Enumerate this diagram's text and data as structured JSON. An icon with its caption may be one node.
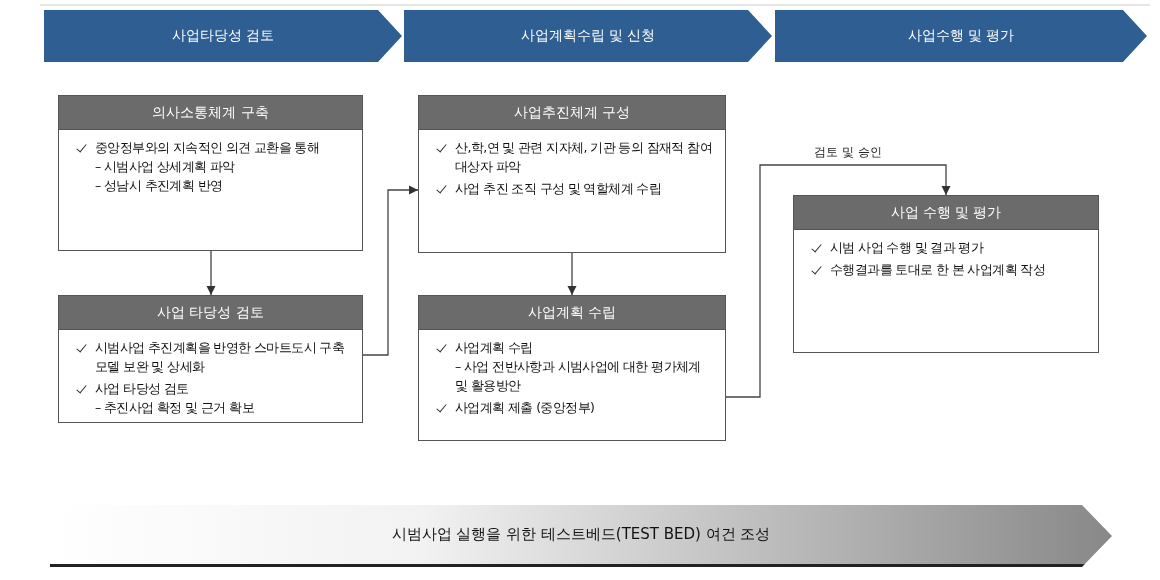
{
  "diagram": {
    "nodes": [
      {
        "text": [
          "사업타당성 검토"
        ]
      },
      {
        "text": [
          "사업계획수립 및 신청"
        ]
      },
      {
        "text": [
          "사업수행 및 평가"
        ]
      },
      {
        "text": [
          "의사소통체계 구축",
          "중앙정부와의 지속적인 의견 교환을 통해",
          "– 시범사업 상세계획 파악",
          "– 성남시 추진계획 반영"
        ]
      },
      {
        "text": [
          "사업 타당성 검토",
          "시범사업 추진계획을 반영한 스마트도시 구축 모델 보완 및 상세화",
          "사업 타당성 검토",
          "– 추진사업 확정 및 근거 확보"
        ]
      },
      {
        "text": [
          "사업추진체계 구성",
          "산,학,연 및 관련 지자체, 기관 등의 잠재적 참여 대상자 파악",
          "사업 추진 조직 구성 및 역할체계 수립"
        ]
      },
      {
        "text": [
          "사업계획 수립",
          "사업계획 수립",
          "– 사업 전반사항과 시범사업에 대한 평가체계 및 활용방안",
          "사업계획 제출 (중앙정부)"
        ]
      },
      {
        "text": [
          "사업 수행 및 평가",
          "시범 사업 수행 및 결과 평가",
          "수행결과를 토대로 한 본 사업계획 작성"
        ]
      },
      {
        "text": [
          "시범사업 실행을 위한 테스트베드(TEST BED) 여건 조성"
        ]
      }
    ],
    "edges": [
      {
        "from": 3,
        "to": 4,
        "arrow": "to"
      },
      {
        "from": 4,
        "to": 5,
        "arrow": "to"
      },
      {
        "from": 5,
        "to": 6,
        "arrow": "to"
      },
      {
        "from": 6,
        "to": 7,
        "arrow": "to",
        "label": "검토 및 승인"
      }
    ]
  }
}
